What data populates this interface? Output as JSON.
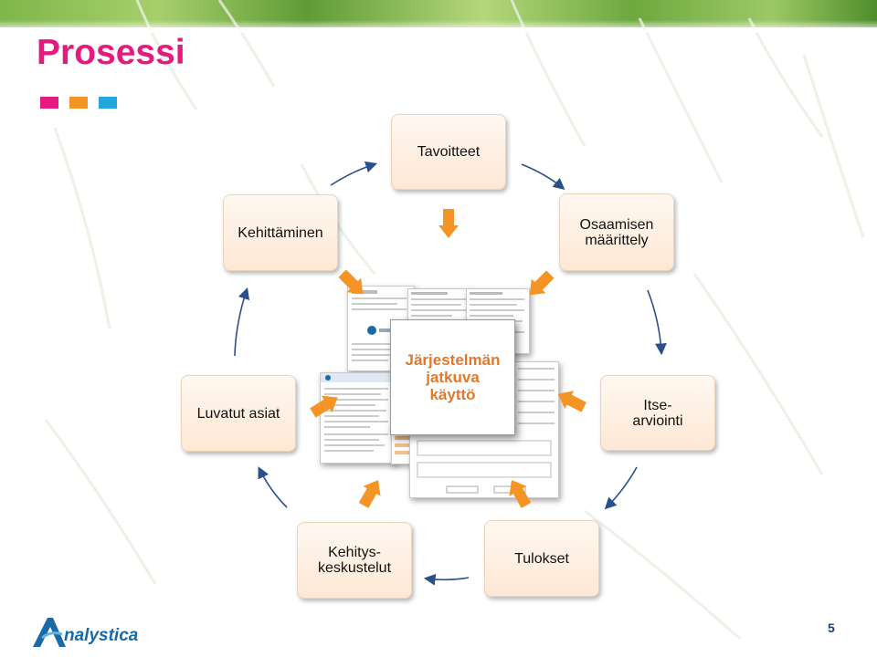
{
  "slide": {
    "title": "Prosessi",
    "page_number": "5",
    "accent_colors": [
      "#e6197e",
      "#f39425",
      "#23a6de"
    ]
  },
  "cycle": {
    "nodes": [
      {
        "id": "tavoitteet",
        "label": "Tavoitteet"
      },
      {
        "id": "osaamisen-maarittely",
        "label": "Osaamisen\nmäärittely"
      },
      {
        "id": "itsearviointi",
        "label": "Itse-\narviointi"
      },
      {
        "id": "tulokset",
        "label": "Tulokset"
      },
      {
        "id": "kehityskeskustelut",
        "label": "Kehitys-\nkeskustelut"
      },
      {
        "id": "luvatut-asiat",
        "label": "Luvatut asiat"
      },
      {
        "id": "kehittaminen",
        "label": "Kehittäminen"
      }
    ],
    "center_label": "Järjestelmän\njatkuva\nkäyttö",
    "cycle_arrow_color": "#2b4f8a",
    "input_arrow_color": "#f39425"
  },
  "brand": {
    "logo_text": "nalystica",
    "logo_color": "#1a6aa8"
  }
}
